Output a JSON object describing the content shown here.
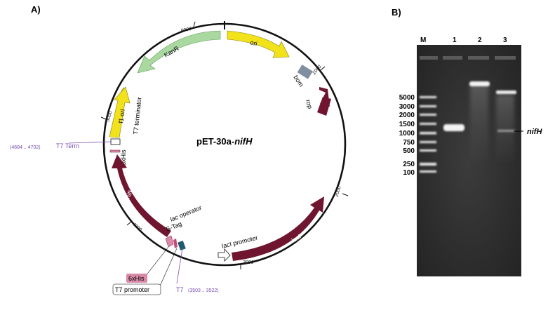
{
  "panel_a": {
    "label": "A)",
    "plasmid_name_prefix": "pET-30a-",
    "plasmid_name_gene": "nifH",
    "ticks": [
      "1000",
      "2000",
      "3000",
      "4000",
      "5000",
      "6000"
    ],
    "features": {
      "ori": "ori",
      "bom": "bom",
      "rop": "rop",
      "kanr": "KanR",
      "f1_ori": "f1 ori",
      "t7_terminator": "T7 terminator",
      "his_tag_c": "6xHis",
      "nifh": "nifH",
      "lac_operator": "lac operator",
      "s_tag": "S-Tag",
      "lacI_promoter": "lacI promoter",
      "lacI": "lacI"
    },
    "callouts": {
      "t7_term": "T7 Term",
      "t7_term_range": "(4684 .. 4702)",
      "his_box": "6xHis",
      "t7_promoter_box": "T7 promoter",
      "t7": "T7",
      "t7_range": "(3503 .. 3522)"
    },
    "colors": {
      "yellow": "#f2e21a",
      "green": "#a9d8a0",
      "maroon": "#6f1530",
      "gray": "#7f8fa0",
      "purple": "#7b4fb0",
      "pink": "#d98aa8",
      "teal": "#1f5a6e"
    }
  },
  "panel_b": {
    "label": "B)",
    "lane_labels": [
      "M",
      "1",
      "2",
      "3"
    ],
    "ladder_labels": [
      "5000",
      "3000",
      "2000",
      "1500",
      "1000",
      "750",
      "500",
      "250",
      "100"
    ],
    "band_label": "nifH"
  }
}
